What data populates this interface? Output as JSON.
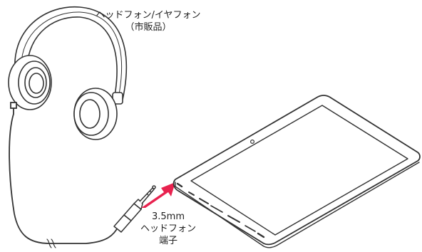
{
  "labels": {
    "headphone": {
      "line1": "ヘッドフォン/イヤフォン",
      "line2": "（市販品）"
    },
    "port": {
      "line1": "3.5mm",
      "line2": "ヘッドフォン",
      "line3": "端子"
    }
  },
  "colors": {
    "outline": "#333333",
    "arrow": "#e8224f",
    "background": "#ffffff"
  }
}
